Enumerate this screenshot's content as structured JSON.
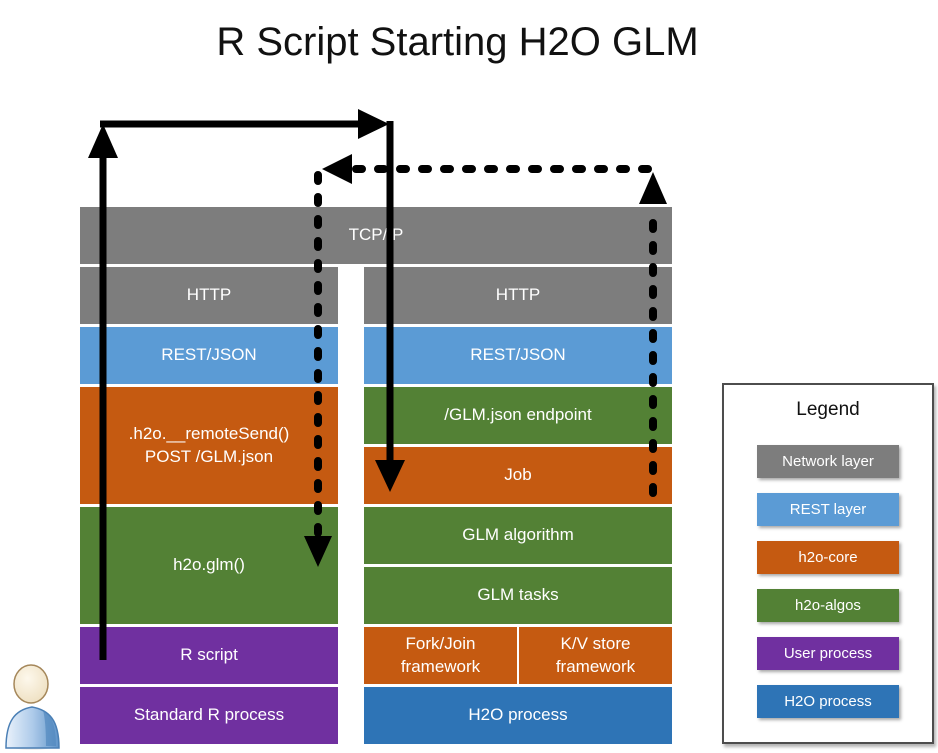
{
  "title": "R Script Starting H2O GLM",
  "colors": {
    "network": "#7D7D7D",
    "rest": "#5B9BD5",
    "h2o_core": "#C55A11",
    "h2o_algos": "#538135",
    "user_process": "#7030A0",
    "h2o_process": "#2E74B6"
  },
  "tcpip_label": "TCP/IP",
  "left_column": {
    "rows": [
      {
        "label": "HTTP"
      },
      {
        "label": "REST/JSON"
      },
      {
        "lines": [
          ".h2o.__remoteSend()",
          "POST /GLM.json"
        ]
      },
      {
        "label": "h2o.glm()"
      },
      {
        "label": "R script"
      },
      {
        "label": "Standard R process"
      }
    ]
  },
  "right_column": {
    "rows": [
      {
        "label": "HTTP"
      },
      {
        "label": "REST/JSON"
      },
      {
        "label": "/GLM.json endpoint"
      },
      {
        "label": "Job"
      },
      {
        "label": "GLM algorithm"
      },
      {
        "label": "GLM tasks"
      },
      {
        "left_cell": "Fork/Join framework",
        "right_cell": "K/V store framework"
      },
      {
        "label": "H2O process"
      }
    ]
  },
  "legend": {
    "title": "Legend",
    "items": [
      {
        "label": "Network layer",
        "color": "#7D7D7D"
      },
      {
        "label": "REST layer",
        "color": "#5B9BD5"
      },
      {
        "label": "h2o-core",
        "color": "#C55A11"
      },
      {
        "label": "h2o-algos",
        "color": "#538135"
      },
      {
        "label": "User process",
        "color": "#7030A0"
      },
      {
        "label": "H2O process",
        "color": "#2E74B6"
      }
    ]
  }
}
